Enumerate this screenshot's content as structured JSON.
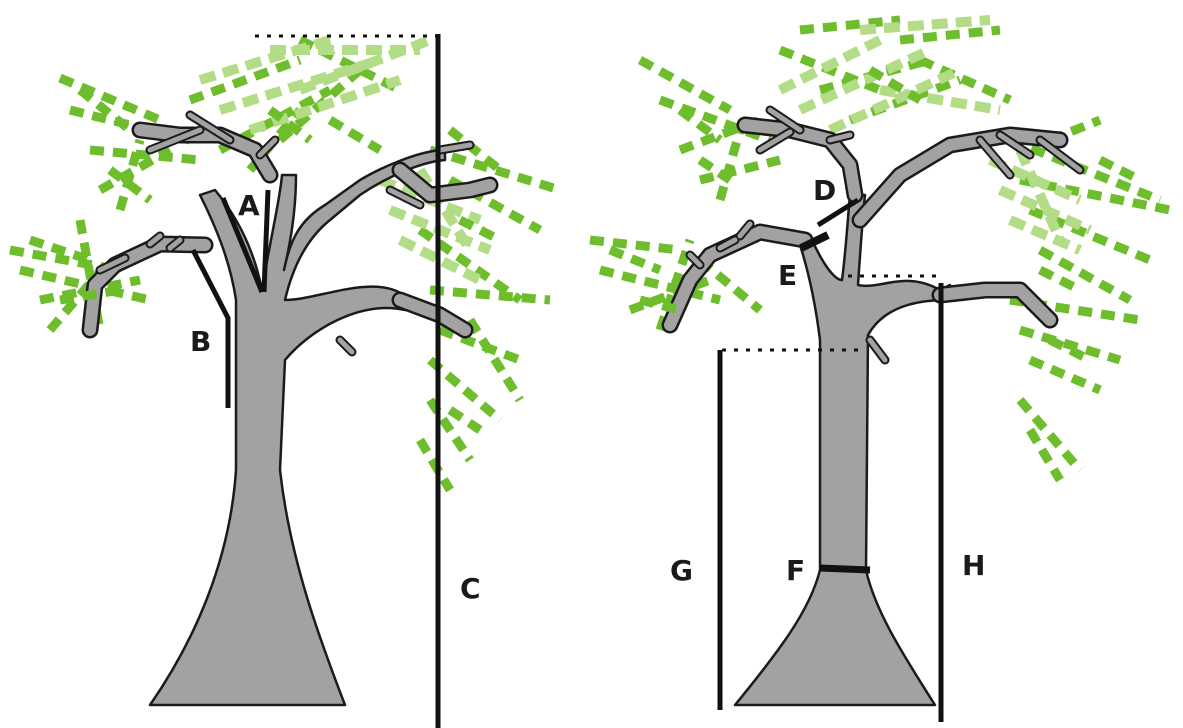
{
  "labels": {
    "a": "A",
    "b": "B",
    "c": "C",
    "d": "D",
    "e": "E",
    "f": "F",
    "g": "G",
    "h": "H"
  },
  "colors": {
    "trunk_fill": "#a3a1a2",
    "outline": "#1b1b1b",
    "foliage_dark": "#6ebd2c",
    "foliage_light": "#b2dc86",
    "measure_line": "#111111"
  }
}
